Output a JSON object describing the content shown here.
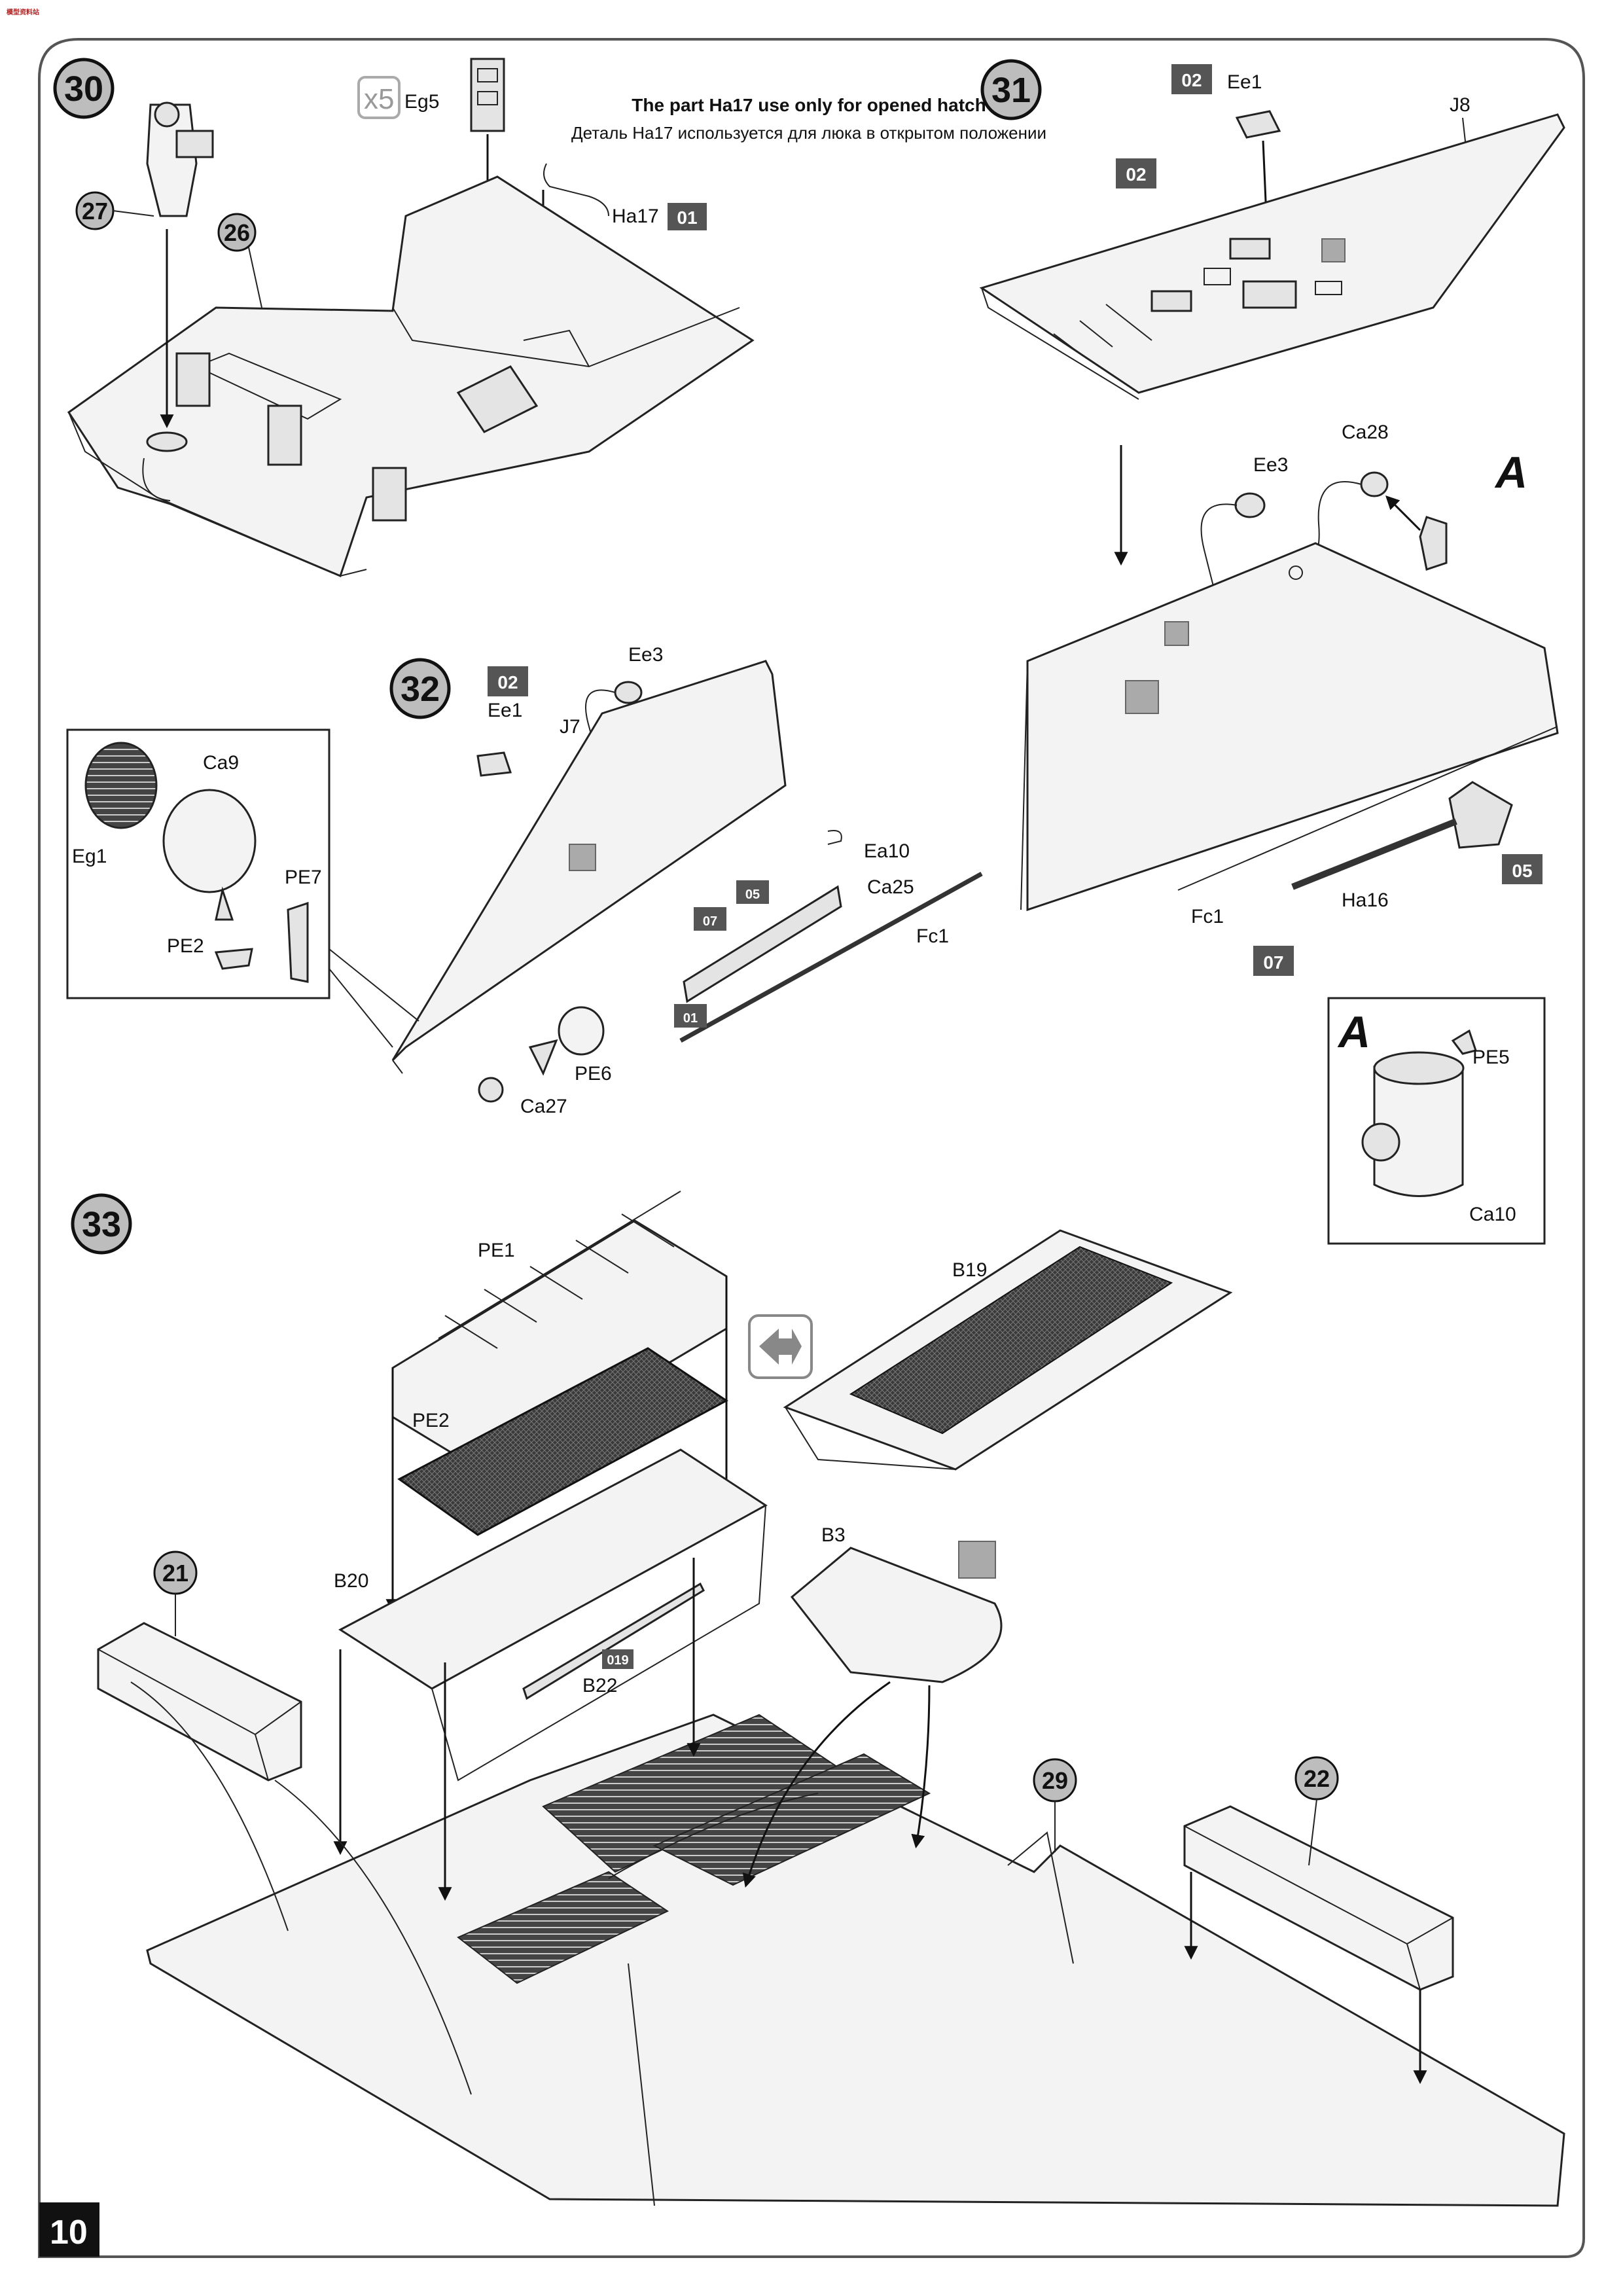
{
  "page": {
    "number": "10",
    "watermark": "模型资料站"
  },
  "steps": {
    "s30": {
      "number": "30",
      "note_en": "The part Ha17 use only for opened hatch",
      "note_ru": "Деталь Ha17 используется для люка в открытом положении",
      "multiplier": "x5",
      "labels": {
        "eg5": "Eg5",
        "ha17": "Ha17",
        "sub27": "27",
        "sub26": "26"
      },
      "tags": {
        "t01": "01"
      }
    },
    "s31": {
      "number": "31",
      "labels": {
        "ee1": "Ee1",
        "j8": "J8",
        "ee3": "Ee3",
        "ca28": "Ca28",
        "a": "A",
        "fc1": "Fc1",
        "ha16": "Ha16"
      },
      "tags": {
        "t02a": "02",
        "t02b": "02",
        "t05": "05",
        "t07": "07"
      },
      "detail_a": {
        "label": "A",
        "pe5": "PE5",
        "ca10": "Ca10"
      }
    },
    "s32": {
      "number": "32",
      "labels": {
        "ee3": "Ee3",
        "ee1": "Ee1",
        "j7": "J7",
        "ea10": "Ea10",
        "ca25": "Ca25",
        "fc1": "Fc1",
        "pe6": "PE6",
        "ca27": "Ca27"
      },
      "tags": {
        "t02": "02",
        "t05": "05",
        "t07": "07",
        "t01": "01"
      },
      "inset": {
        "ca9": "Ca9",
        "eg1": "Eg1",
        "pe7": "PE7",
        "pe2": "PE2"
      }
    },
    "s33": {
      "number": "33",
      "labels": {
        "pe1": "PE1",
        "pe2": "PE2",
        "b19": "B19",
        "b20": "B20",
        "b3": "B3",
        "b22": "B22"
      },
      "tags": {
        "t019": "019"
      },
      "subs": {
        "s21": "21",
        "s29": "29",
        "s22": "22"
      }
    }
  }
}
